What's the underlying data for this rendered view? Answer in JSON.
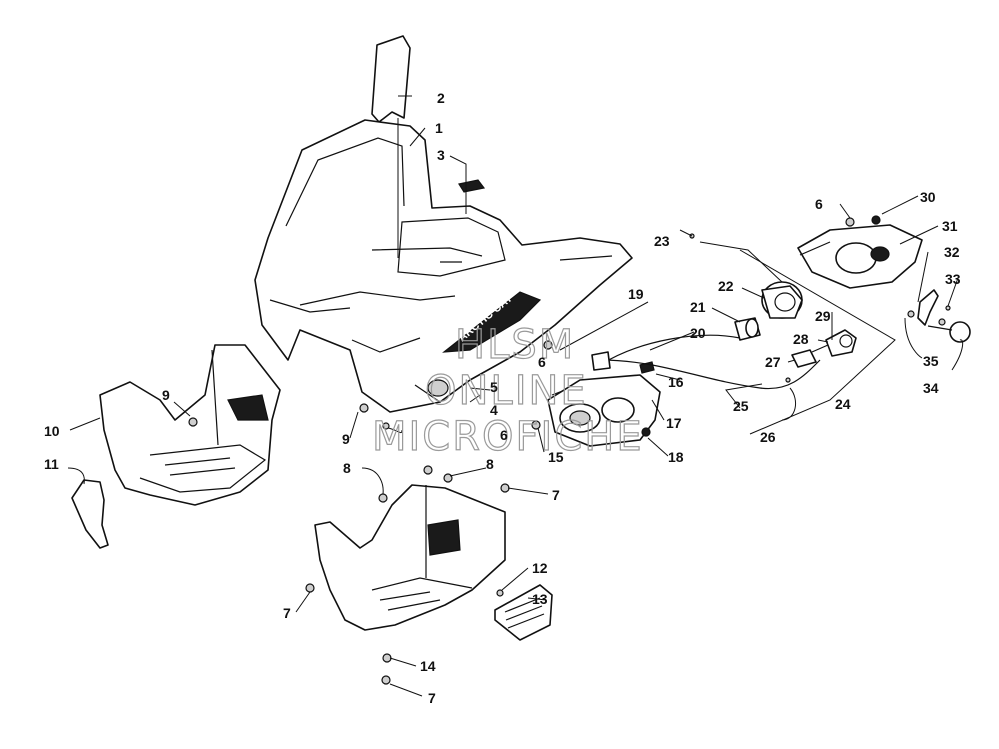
{
  "diagram": {
    "watermark": {
      "line1": "HLSM",
      "line2": "ONLINE",
      "line3": "MICROFICHE",
      "color": "#9a9a9a"
    },
    "decal_text": "ARCTIC CAT",
    "callouts": {
      "c1": "1",
      "c2": "2",
      "c3": "3",
      "c4": "4",
      "c5": "5",
      "c6a": "6",
      "c6b": "6",
      "c6c": "6",
      "c7a": "7",
      "c7b": "7",
      "c7c": "7",
      "c8a": "8",
      "c8b": "8",
      "c9a": "9",
      "c9b": "9",
      "c10": "10",
      "c11": "11",
      "c12": "12",
      "c13": "13",
      "c14": "14",
      "c15": "15",
      "c16": "16",
      "c17": "17",
      "c18": "18",
      "c19": "19",
      "c20": "20",
      "c21": "21",
      "c22": "22",
      "c23": "23",
      "c24": "24",
      "c25": "25",
      "c26": "26",
      "c27": "27",
      "c28": "28",
      "c29": "29",
      "c30": "30",
      "c31": "31",
      "c32": "32",
      "c33": "33",
      "c34": "34",
      "c35": "35"
    }
  }
}
